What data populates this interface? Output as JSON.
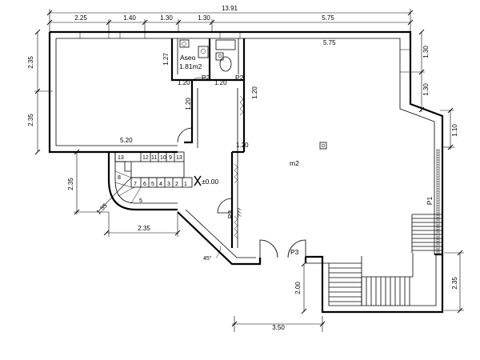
{
  "dimensions": {
    "top_total": "13.91",
    "top_segments": [
      "2.25",
      "1.40",
      "1.30",
      "1.30",
      "5.75"
    ],
    "inner_top": "5.75",
    "left_upper": "2.35",
    "left_middle": "2.35",
    "left_lower": "2.35",
    "right_upper": "1.30",
    "right_middle": "1.30",
    "right_lower": "1.10",
    "right_bottom": "2.35",
    "bottom_stair": "2.35",
    "bottom_center": "3.50",
    "bottom_left_vertical": "2.00",
    "aseo_width": "1.20",
    "aseo_height": "1.27",
    "corridor_top": "1.20",
    "corridor_side": "1.20",
    "corridor_side_right": "1.20",
    "corridor_bottom": "1.20",
    "room_width": "5.20",
    "diagonal": "1.35"
  },
  "rooms": {
    "aseo_name": "Aseo",
    "aseo_area": "1.81m2",
    "main_area": "m2"
  },
  "doors": {
    "p2_left": "P2",
    "p2_right": "P2",
    "p3_side": "P3",
    "p3_side_note": "???",
    "p3_front": "P3",
    "p1": "P1"
  },
  "stairs": {
    "upper_steps": [
      "12",
      "11",
      "10",
      "9",
      "13"
    ],
    "lower_steps": [
      "7",
      "6",
      "5",
      "4",
      "3",
      "2",
      "1"
    ],
    "landing_13": "13",
    "step_8": "8",
    "step_5": "5"
  },
  "level_mark": "±0.00",
  "angle": "45°"
}
